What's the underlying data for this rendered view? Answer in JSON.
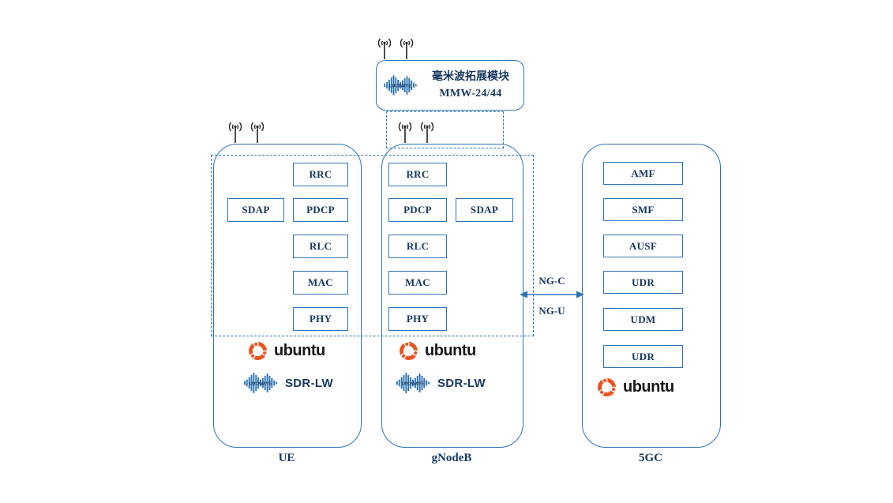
{
  "colors": {
    "border_blue": "#2E74B5",
    "text_navy": "#17375E",
    "ubuntu_orange": "#E95420",
    "antenna_black": "#222222"
  },
  "mmw": {
    "title": "毫米波拓展模块",
    "model": "MMW-24/44",
    "logo_text": "LUOWAVE"
  },
  "ue": {
    "label": "UE",
    "stack": {
      "rrc": "RRC",
      "sdap": "SDAP",
      "pdcp": "PDCP",
      "rlc": "RLC",
      "mac": "MAC",
      "phy": "PHY"
    },
    "os": "ubuntu",
    "sdr": "SDR-LW",
    "sdr_logo": "LUOWAVE"
  },
  "gnb": {
    "label": "gNodeB",
    "stack": {
      "rrc": "RRC",
      "pdcp": "PDCP",
      "sdap": "SDAP",
      "rlc": "RLC",
      "mac": "MAC",
      "phy": "PHY"
    },
    "os": "ubuntu",
    "sdr": "SDR-LW",
    "sdr_logo": "LUOWAVE"
  },
  "core": {
    "label": "5GC",
    "nfs": [
      "AMF",
      "SMF",
      "AUSF",
      "UDR",
      "UDM",
      "UDR"
    ],
    "os": "ubuntu"
  },
  "link": {
    "top": "NG-C",
    "bottom": "NG-U"
  }
}
